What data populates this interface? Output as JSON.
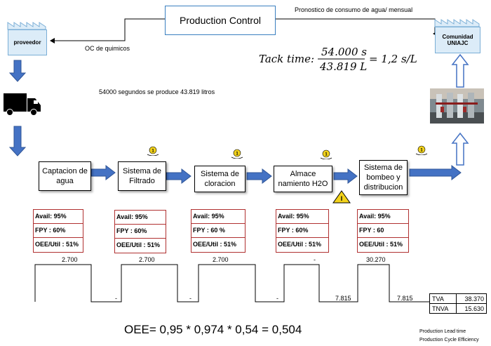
{
  "production_control": "Production Control",
  "supplier": "proveedor",
  "customer": "Comunidad UNIAJC",
  "forecast_label": "Pronostico de consumo de agua/ mensual",
  "order_label": "OC de quimicos",
  "production_note": "54000 segundos se produce 43.819 litros",
  "takt": {
    "prefix": "Tack time:",
    "numerator": "54.000 s",
    "denominator": "43.819 L",
    "result": "= 1,2 s/L"
  },
  "operator_count": "1",
  "processes": [
    {
      "name": "Captacion de agua",
      "avail": "Avail: 95%",
      "fpy": "FPY : 60%",
      "oee": "OEE/Util : 51%"
    },
    {
      "name": "Sistema de Filtrado",
      "avail": "Avail: 95%",
      "fpy": "FPY : 60%",
      "oee": "OEE/Util : 51%"
    },
    {
      "name": "Sistema de cloracion",
      "avail": "Avail: 95%",
      "fpy": "FPY : 60 %",
      "oee": "OEE/Util : 51%"
    },
    {
      "name": "Almace namiento H2O",
      "avail": "Avail: 95%",
      "fpy": "FPY : 60%",
      "oee": "OEE/Util : 51%"
    },
    {
      "name": "Sistema de bombeo y distribucion",
      "avail": "Avail: 95%",
      "fpy": "FPY : 60",
      "oee": "OEE/Util : 51%"
    }
  ],
  "timeline": {
    "upper": [
      "2.700",
      "2.700",
      "2.700",
      "-",
      "30.270"
    ],
    "lower": [
      "-",
      "-",
      "-",
      "7.815",
      "7.815"
    ]
  },
  "summary": {
    "tva_label": "TVA",
    "tva_value": "38.370",
    "tnva_label": "TNVA",
    "tnva_value": "15.630"
  },
  "oee_formula": "OEE= 0,95 * 0,974 * 0,54 = 0,504",
  "lead_time_label": "Production Lead time",
  "cycle_efficiency_label": "Production Cycle Efficiency",
  "colors": {
    "arrow_blue": "#4472c4",
    "box_red": "#b03030",
    "badge_yellow": "#f2d21b"
  }
}
